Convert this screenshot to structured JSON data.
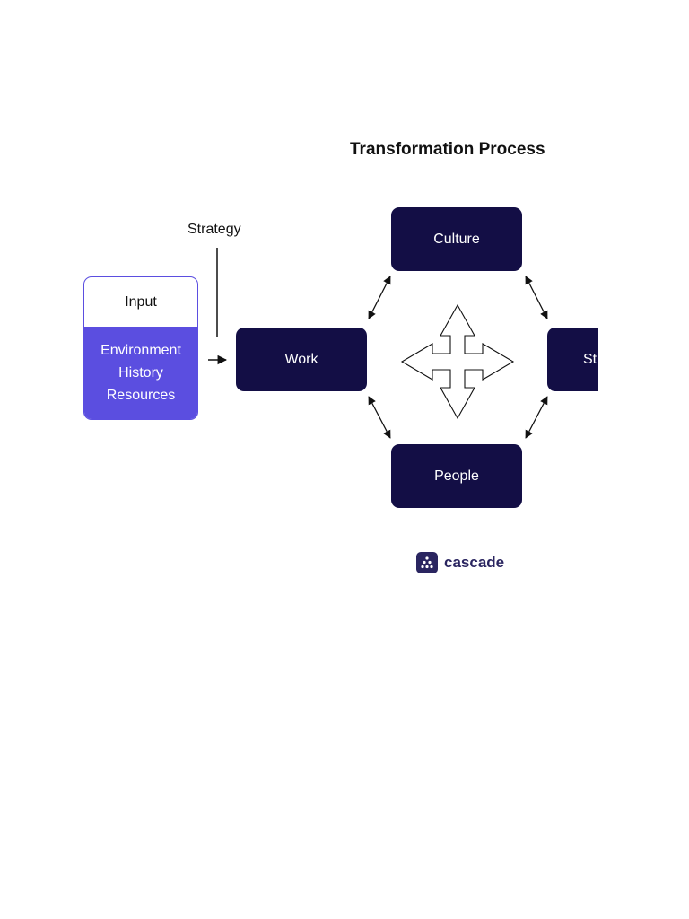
{
  "diagram": {
    "title": "Transformation Process",
    "strategy_label": "Strategy",
    "input": {
      "header": "Input",
      "items": [
        "Environment",
        "History",
        "Resources"
      ]
    },
    "nodes": {
      "work": "Work",
      "culture": "Culture",
      "people": "People",
      "structure_partial": "St"
    },
    "logo_text": "cascade"
  },
  "colors": {
    "node_fill": "#130e45",
    "input_accent": "#5b4ee0",
    "logo": "#2a2560"
  }
}
